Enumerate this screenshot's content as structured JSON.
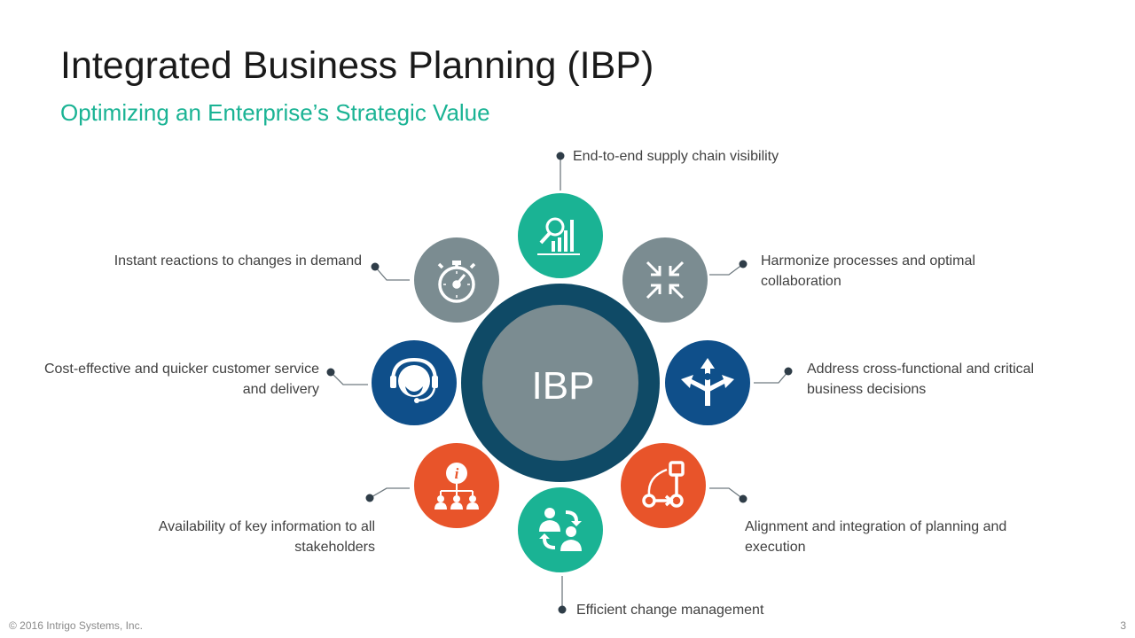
{
  "slide": {
    "title": "Integrated Business Planning (IBP)",
    "subtitle": "Optimizing an Enterprise’s Strategic Value",
    "footer": "© 2016 Intrigo Systems, Inc.",
    "page_number": "3"
  },
  "hub": {
    "label": "IBP",
    "ring_color": "#0f4a66",
    "inner_color": "#7b8c91"
  },
  "nodes": [
    {
      "id": "visibility",
      "icon": "magnifier-bar-chart-icon",
      "color": "#1ab394",
      "label": "End-to-end supply chain visibility"
    },
    {
      "id": "harmonize",
      "icon": "arrows-inward-icon",
      "color": "#7b8c91",
      "label": "Harmonize processes and optimal collaboration"
    },
    {
      "id": "decisions",
      "icon": "diverging-arrows-icon",
      "color": "#0f4f8a",
      "label": "Address cross-functional and critical business decisions"
    },
    {
      "id": "alignment",
      "icon": "process-flow-icon",
      "color": "#e8542a",
      "label": "Alignment and integration of planning and execution"
    },
    {
      "id": "change",
      "icon": "people-exchange-icon",
      "color": "#1ab394",
      "label": "Efficient change management"
    },
    {
      "id": "information",
      "icon": "info-hierarchy-icon",
      "color": "#e8542a",
      "label": "Availability of key information to all stakeholders"
    },
    {
      "id": "service",
      "icon": "headset-agent-icon",
      "color": "#0f4f8a",
      "label": "Cost-effective and quicker customer service and delivery"
    },
    {
      "id": "reactions",
      "icon": "stopwatch-icon",
      "color": "#7b8c91",
      "label": "Instant reactions to changes in demand"
    }
  ],
  "connector_color": "#6f7a80",
  "dot_color": "#2f3d48"
}
